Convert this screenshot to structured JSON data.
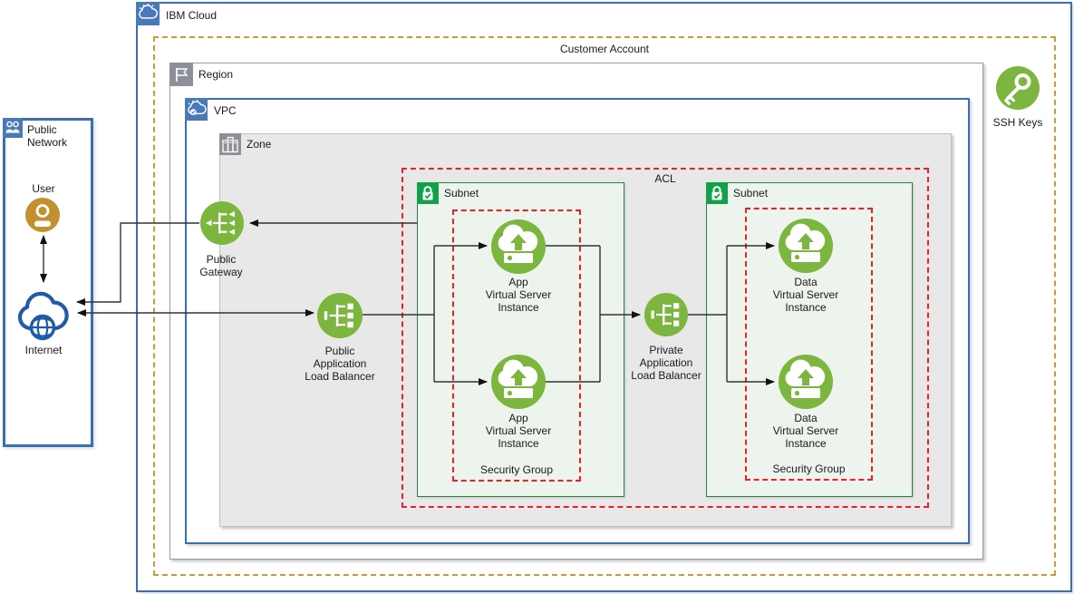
{
  "containers": {
    "ibm_cloud": "IBM Cloud",
    "customer_account": "Customer Account",
    "region": "Region",
    "vpc": "VPC",
    "zone": "Zone",
    "acl": "ACL",
    "public_network": "Public\nNetwork",
    "subnet_left": "Subnet",
    "subnet_right": "Subnet",
    "security_group_left": "Security Group",
    "security_group_right": "Security Group"
  },
  "nodes": {
    "user": "User",
    "internet": "Internet",
    "public_gateway": "Public\nGateway",
    "public_alb": "Public\nApplication\nLoad Balancer",
    "private_alb": "Private\nApplication\nLoad Balancer",
    "app_vsi_1": "App\nVirtual Server\nInstance",
    "app_vsi_2": "App\nVirtual Server\nInstance",
    "data_vsi_1": "Data\nVirtual Server\nInstance",
    "data_vsi_2": "Data\nVirtual Server\nInstance",
    "ssh_keys": "SSH Keys"
  },
  "colors": {
    "blue_border": "#3A6FB5",
    "gold_dashed": "#CC9C33",
    "red_dashed": "#EC2025",
    "green_node": "#7CB63F",
    "subnet_fill": "#EDF4ED",
    "subnet_border": "#2E7D41",
    "subnet_icon_green": "#12A14B",
    "zone_fill": "#E8E8E8",
    "gray_icon": "#8D9096",
    "user_gold": "#C2912E",
    "internet_blue": "#1F5BA8",
    "wire": "#333333"
  }
}
